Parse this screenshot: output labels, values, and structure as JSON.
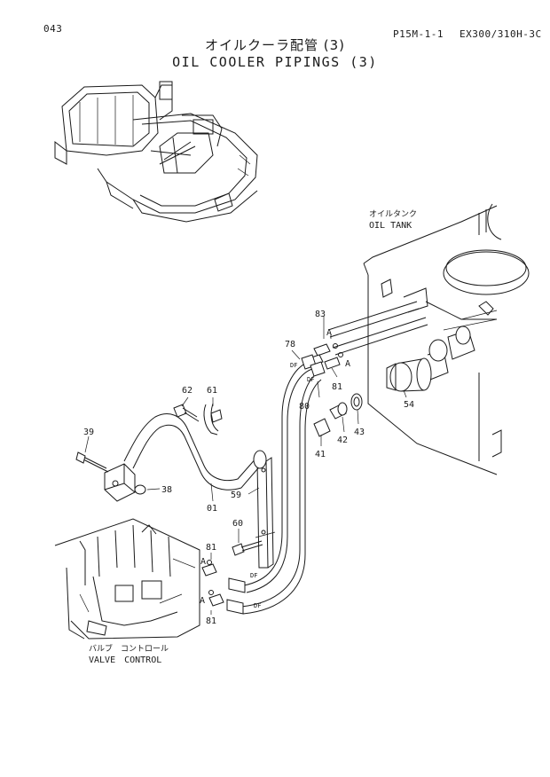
{
  "header": {
    "page_number": "043",
    "sheet_code": "P15M-1-1",
    "model_code": "EX300/310H-3C",
    "title_jp": "オイルクーラ配管 (3)",
    "title_en": "OIL COOLER PIPINGS (3)"
  },
  "areas": {
    "oil_tank_jp": "オイルタンク",
    "oil_tank_en": "OIL TANK",
    "valve_jp": "バルブ　コントロール",
    "valve_en": "VALVE　CONTROL"
  },
  "parts": {
    "p01": "01",
    "p38": "38",
    "p39": "39",
    "p41": "41",
    "p42": "42",
    "p43": "43",
    "p54": "54",
    "p59": "59",
    "p60": "60",
    "p61": "61",
    "p62": "62",
    "p78": "78",
    "p80": "80",
    "p81_top": "81",
    "p81_left": "81",
    "p81_bottom": "81",
    "p83": "83"
  },
  "markers": {
    "a_top1": "A",
    "a_top2": "A",
    "a_bot1": "A",
    "a_bot2": "A",
    "df_1": "DF",
    "df_2": "DF",
    "df_3": "DF",
    "df_4": "DF"
  }
}
